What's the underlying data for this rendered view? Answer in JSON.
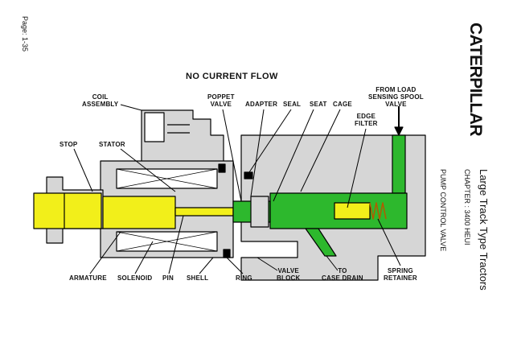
{
  "page_label": "Page:  1-35",
  "brand": "CATERPILLAR",
  "header": {
    "title": "Large Track Type Tractors",
    "chapter": "CHAPTER :  3400 HEUI",
    "section": "PUMP CONTROL VALVE"
  },
  "diagram_title": "NO CURRENT FLOW",
  "labels": {
    "coil_assembly": "COIL\nASSEMBLY",
    "poppet_valve": "POPPET\nVALVE",
    "adapter": "ADAPTER",
    "seal": "SEAL",
    "seat": "SEAT",
    "cage": "CAGE",
    "from_load": "FROM LOAD\nSENSING SPOOL\nVALVE",
    "edge_filter": "EDGE\nFILTER",
    "stop": "STOP",
    "stator": "STATOR",
    "armature": "ARMATURE",
    "solenoid": "SOLENOID",
    "pin": "PIN",
    "shell": "SHELL",
    "ring": "RING",
    "valve_block": "VALVE\nBLOCK",
    "to_case_drain": "TO\nCASE DRAIN",
    "spring_retainer": "SPRING\nRETAINER"
  },
  "colors": {
    "oil_green": "#2db82d",
    "armature_yellow": "#f2ef1a",
    "body_gray": "#d6d6d6",
    "outline": "#000000"
  }
}
